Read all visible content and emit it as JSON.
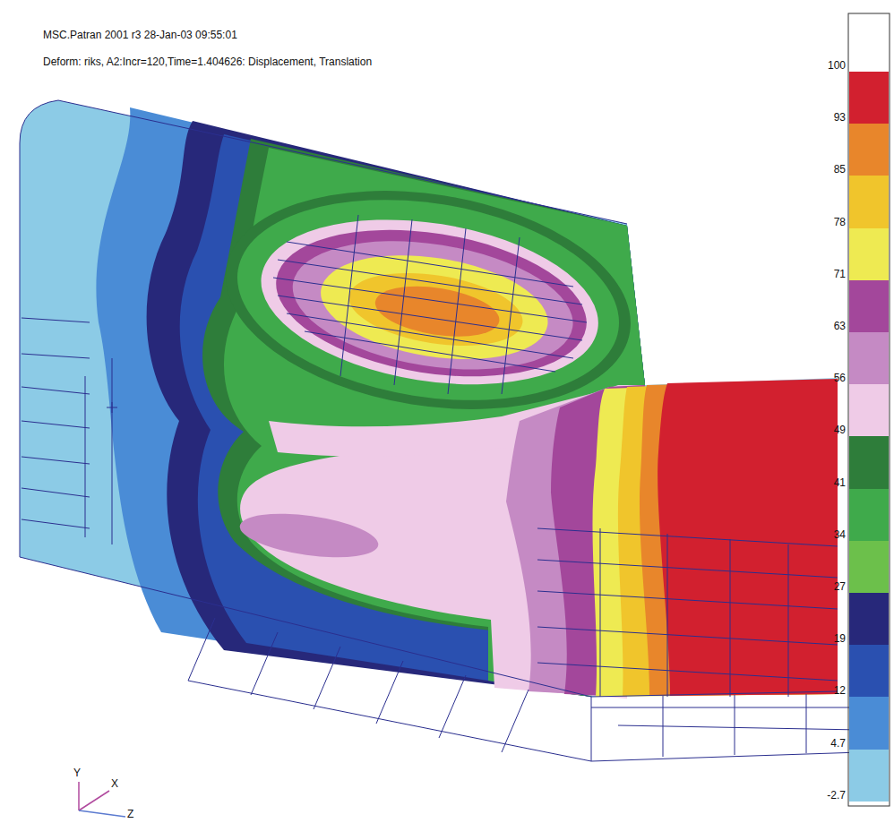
{
  "diagram": {
    "labels": [
      "MSC.Patran 2001 r3 28-Jan-03 09:55:01",
      "Deform: riks, A2:Incr=120,Time=1.404626: Displacement, Translation",
      "Y",
      "X",
      "Z"
    ],
    "legend": [
      {
        "text": "100",
        "color": "#ffffff"
      },
      {
        "text": "93",
        "color": "#d2202f"
      },
      {
        "text": "85",
        "color": "#e8862b"
      },
      {
        "text": "78",
        "color": "#f0c52c"
      },
      {
        "text": "71",
        "color": "#eeea52"
      },
      {
        "text": "63",
        "color": "#a3479b"
      },
      {
        "text": "56",
        "color": "#c58ac4"
      },
      {
        "text": "49",
        "color": "#efcbe7"
      },
      {
        "text": "41",
        "color": "#2e7d3a"
      },
      {
        "text": "34",
        "color": "#3faa4b"
      },
      {
        "text": "27",
        "color": "#6cc04b"
      },
      {
        "text": "19",
        "color": "#27287a"
      },
      {
        "text": "12",
        "color": "#2a50b0"
      },
      {
        "text": "4.7",
        "color": "#4a8cd6"
      },
      {
        "text": "-2.7",
        "color": "#8ccbe6"
      }
    ]
  }
}
